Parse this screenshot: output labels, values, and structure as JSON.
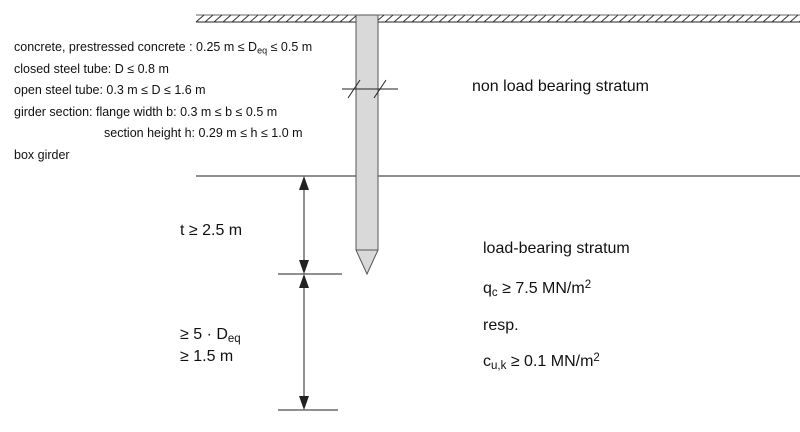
{
  "pile_types": {
    "line1": {
      "text": "concrete, prestressed concrete : 0.25 m ≤ D",
      "sub": "eq",
      "tail": " ≤ 0.5 m"
    },
    "line2": "closed steel tube: D ≤ 0.8 m",
    "line3": "open steel tube: 0.3 m ≤ D ≤ 1.6 m",
    "line4": "girder section: flange width b: 0.3 m ≤ b ≤ 0.5 m",
    "line5": "section height h: 0.29 m ≤ h ≤ 1.0 m",
    "line6": "box girder"
  },
  "strata": {
    "upper_label": "non load bearing stratum",
    "lower_label": "load-bearing stratum",
    "qc": {
      "symbol": "q",
      "sub": "c",
      "rest": " ≥ 7.5 MN/m",
      "sup": "2"
    },
    "resp": "resp.",
    "cu": {
      "symbol": "c",
      "sub": "u,k",
      "rest": " ≥ 0.1 MN/m",
      "sup": "2"
    }
  },
  "dimensions": {
    "embedment": "t ≥ 2.5 m",
    "below_tip": {
      "line1_prefix": "≥ 5 · D",
      "line1_sub": "eq",
      "line2": "≥ 1.5 m"
    }
  },
  "colors": {
    "line": "#222222",
    "pile_fill": "#d9d9d9",
    "pile_stroke": "#555555"
  }
}
